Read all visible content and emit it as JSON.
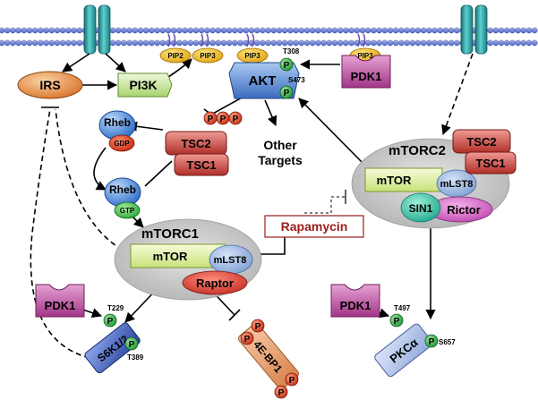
{
  "labels": {
    "irs": "IRS",
    "pi3k": "PI3K",
    "pip2": "PIP2",
    "pip3": "PIP3",
    "akt": "AKT",
    "pdk1": "PDK1",
    "t308": "T308",
    "s473": "S473",
    "phospho": "P",
    "rheb": "Rheb",
    "gdp": "GDP",
    "gtp": "GTP",
    "tsc2": "TSC2",
    "tsc1": "TSC1",
    "other_targets_line1": "Other",
    "other_targets_line2": "Targets",
    "mtorc1": "mTORC1",
    "mtorc2": "mTORC2",
    "mtor": "mTOR",
    "mlst8": "mLST8",
    "raptor": "Raptor",
    "rictor": "Rictor",
    "sin1": "SIN1",
    "rapamycin": "Rapamycin",
    "s6k": "S6K1/2",
    "t229": "T229",
    "t389": "T389",
    "eif4ebp1": "4E-BP1",
    "pkca": "PKCα",
    "t497": "T497",
    "s657": "S657"
  },
  "colors": {
    "membrane_blue": "#4a63c8",
    "receptor_teal": "#2ba5a8",
    "irs_orange": "#e88a3c",
    "pi3k_green": "#cfe9a8",
    "pip_yellow": "#f2c21a",
    "akt_blue": "#5b8fd6",
    "pdk1_magenta": "#b8449a",
    "phospho_green": "#3bb54a",
    "phospho_red": "#e0442a",
    "rheb_blue": "#4b8ee0",
    "tsc_red": "#c8403a",
    "complex_gray": "#c8c8c8",
    "mtor_green": "#dff0a8",
    "mlst8_blue": "#9fbde6",
    "raptor_red": "#d84438",
    "rictor_magenta": "#d060c0",
    "sin1_teal": "#3cc0a8",
    "rapamycin_red": "#9b1c1c",
    "s6k_blue": "#2e4fb0",
    "eif4ebp1_orange": "#e8a070",
    "pkca_blue": "#a9bde6"
  }
}
